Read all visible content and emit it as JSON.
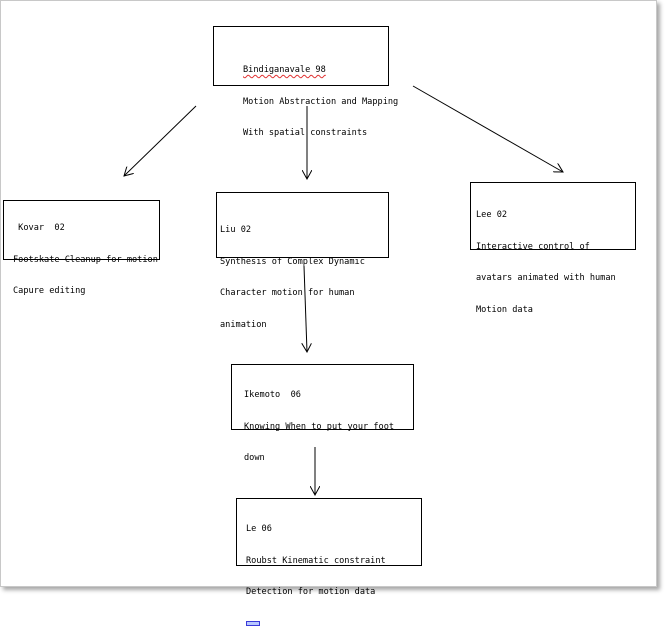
{
  "nodes": {
    "bindiganavale": {
      "line1": "Bindiganavale 98",
      "line2": "Motion Abstraction and Mapping",
      "line3": "With spatial constraints"
    },
    "kovar": {
      "line1": " Kovar  02",
      "line2": "Footskate Cleanup for motion",
      "line3": "Capure editing"
    },
    "liu": {
      "line1": "Liu 02",
      "line2": "Synthesis of Complex Dynamic",
      "line3": "Character motion for human",
      "line4": "animation"
    },
    "lee": {
      "line1": "Lee 02",
      "line2": "Interactive control of",
      "line3": "avatars animated with human",
      "line4": "Motion data"
    },
    "ikemoto": {
      "line1": "Ikemoto  06",
      "line2": "Knowing When to put your foot",
      "line3": "down"
    },
    "le": {
      "line1": "Le 06",
      "line2": "Roubst Kinematic constraint",
      "line3": "Detection for motion data"
    }
  },
  "colors": {
    "spellcheck_underline": "#e03030",
    "cursor": "#3a3ad8"
  }
}
